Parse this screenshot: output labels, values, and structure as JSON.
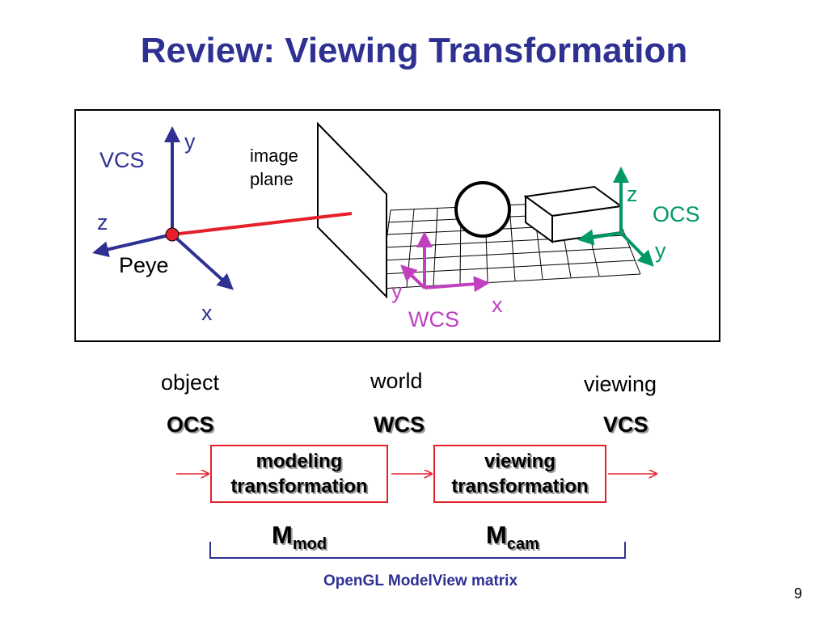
{
  "slide": {
    "title": "Review: Viewing Transformation",
    "page_number": "9"
  },
  "diagram": {
    "vcs_label": "VCS",
    "vcs_axes": {
      "y": "y",
      "z": "z",
      "x": "x"
    },
    "eye_label": "Peye",
    "image_plane_label_line1": "image",
    "image_plane_label_line2": "plane",
    "ocs_label": "OCS",
    "ocs_axes": {
      "z": "z",
      "y": "y"
    },
    "wcs_label": "WCS",
    "wcs_axes": {
      "y": "y",
      "x": "x"
    },
    "colors": {
      "vcs": "#2e3192",
      "wcs": "#c040c0",
      "ocs": "#009966",
      "eye_ray": "#e6202a",
      "eye_point": "#e6202a"
    }
  },
  "pipeline": {
    "spaces": [
      {
        "name": "object",
        "abbr": "OCS"
      },
      {
        "name": "world",
        "abbr": "WCS"
      },
      {
        "name": "viewing",
        "abbr": "VCS"
      }
    ],
    "transforms": [
      {
        "line1": "modeling",
        "line2": "transformation",
        "matrix": "M",
        "matrix_sub": "mod"
      },
      {
        "line1": "viewing",
        "line2": "transformation",
        "matrix": "M",
        "matrix_sub": "cam"
      }
    ],
    "bracket_label": "OpenGL ModelView matrix"
  }
}
